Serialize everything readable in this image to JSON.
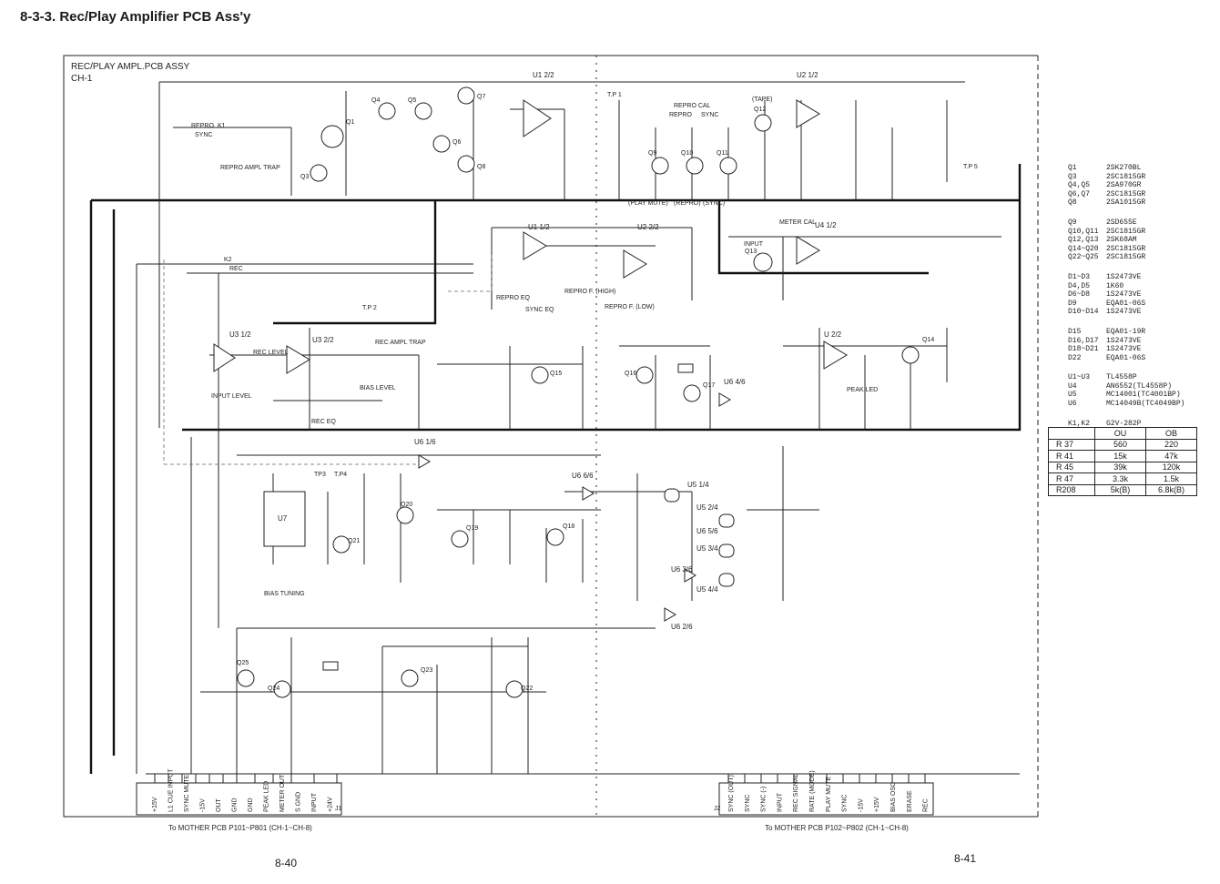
{
  "page_title": "8-3-3. Rec/Play Amplifier PCB Ass'y",
  "board_title": "REC/PLAY AMPL.PCB ASSY",
  "board_sub": "CH-1",
  "ic_labels": [
    "U1 2/2",
    "U2 1/2",
    "U1 1/2",
    "U2 2/2",
    "U4 1/2",
    "U3 2/2",
    "U3 1/2",
    "U 2/2",
    "U6 1/6",
    "U6 6/6",
    "U5 1/4",
    "U5 2/4",
    "U5 3/4",
    "U5 4/4",
    "U6 5/6",
    "U6 3/6",
    "U6 2/6",
    "U6 4/6",
    "U7"
  ],
  "transistor_labels": [
    "Q1",
    "Q3",
    "Q4",
    "Q5",
    "Q6",
    "Q7",
    "Q8",
    "Q9",
    "Q10",
    "Q11",
    "Q12",
    "Q13",
    "Q14",
    "Q15",
    "Q16",
    "Q17",
    "Q18",
    "Q19",
    "Q20",
    "Q21",
    "Q22",
    "Q23",
    "Q24",
    "Q25"
  ],
  "annotations": [
    "REPRO",
    "SYNC",
    "REPRO AMPL TRAP",
    "T.P 1",
    "REPRO CAL",
    "REPRO",
    "SYNC",
    "(TAPE)",
    "T.P 5",
    "(PLAY MUTE)",
    "(REPRO)",
    "(SYNC)",
    "METER CAL",
    "INPUT",
    "REPRO F. (HIGH)",
    "REPRO F. (LOW)",
    "REPRO EQ",
    "SYNC EQ",
    "T.P 2",
    "REC AMPL TRAP",
    "BIAS LEVEL",
    "REC EQ",
    "REC LEVEL",
    "INPUT LEVEL",
    "PEAK LED",
    "TP3",
    "T.P4",
    "BIAS TUNING",
    "K1",
    "K2",
    "REC",
    "J1",
    "J2"
  ],
  "mother_left": "To MOTHER PCB P101~P801 (CH-1~CH-8)",
  "mother_right": "To MOTHER PCB P102~P802 (CH-1~CH-8)",
  "page_left": "8-40",
  "page_right": "8-41",
  "connector_left": [
    "+15V",
    "L1 CUE INPUT",
    "SYNC MUTE",
    "-15V",
    "OUT",
    "GND",
    "GND",
    "PEAK LED",
    "METER OUT",
    "S GND",
    "INPUT",
    "+24V"
  ],
  "connector_right": [
    "SYNC (OUT)",
    "SYNC",
    "SYNC (-)",
    "INPUT",
    "REC SIGNAL",
    "RATE (MODE)",
    "PLAY MUTE",
    "SYNC",
    "-15V",
    "+15V",
    "BIAS OSC",
    "ERASE",
    "REC"
  ],
  "semis_groups": [
    [
      [
        "Q1",
        "2SK270BL"
      ],
      [
        "Q3",
        "2SC1815GR"
      ],
      [
        "Q4,Q5",
        "2SA970GR"
      ],
      [
        "Q6,Q7",
        "2SC1815GR"
      ],
      [
        "Q8",
        "2SA1015GR"
      ]
    ],
    [
      [
        "Q9",
        "2SD655E"
      ],
      [
        "Q10,Q11",
        "2SC1815GR"
      ],
      [
        "Q12,Q13",
        "2SK68AM"
      ],
      [
        "Q14~Q20",
        "2SC1815GR"
      ],
      [
        "Q22~Q25",
        "2SC1815GR"
      ]
    ],
    [
      [
        "D1~D3",
        "1S2473VE"
      ],
      [
        "D4,D5",
        "1K60"
      ],
      [
        "D6~D8",
        "1S2473VE"
      ],
      [
        "D9",
        "EQA01-06S"
      ],
      [
        "D10~D14",
        "1S2473VE"
      ]
    ],
    [
      [
        "D15",
        "EQA01-19R"
      ],
      [
        "D16,D17",
        "1S2473VE"
      ],
      [
        "D18~D21",
        "1S2473VE"
      ],
      [
        "D22",
        "EQA01-06S"
      ]
    ],
    [
      [
        "U1~U3",
        "TL4558P"
      ],
      [
        "U4",
        "AN6552(TL4558P)"
      ],
      [
        "U5",
        "MC14001(TC4001BP)"
      ],
      [
        "U6",
        "MC14049B(TC4049BP)"
      ]
    ],
    [
      [
        "K1,K2",
        "G2V-282P"
      ]
    ]
  ],
  "resistor_table": {
    "headers": [
      "",
      "OU",
      "OB"
    ],
    "rows": [
      [
        "R 37",
        "560",
        "220"
      ],
      [
        "R 41",
        "15k",
        "47k"
      ],
      [
        "R 45",
        "39k",
        "120k"
      ],
      [
        "R 47",
        "3.3k",
        "1.5k"
      ],
      [
        "R208",
        "5k(B)",
        "6.8k(B)"
      ]
    ]
  }
}
